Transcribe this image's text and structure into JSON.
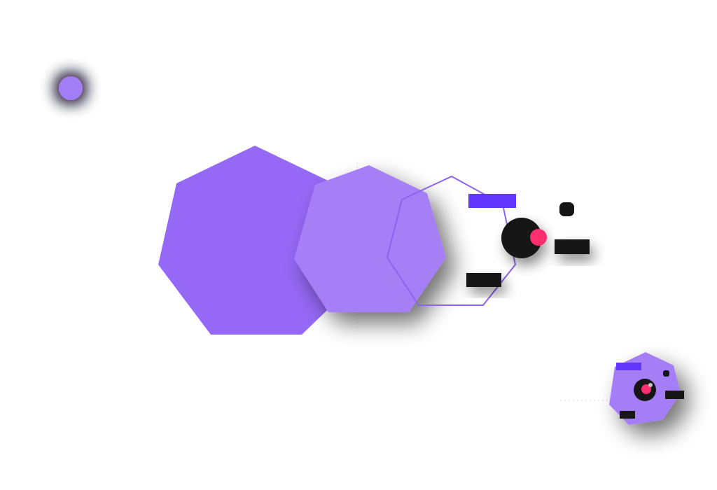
{
  "scene": {
    "background": "#ffffff",
    "colors": {
      "heptagon_large": "#9569f6",
      "heptagon_medium": "#a67ff7",
      "heptagon_outline": "#8c63ef",
      "dot_purple": "#a17ef6",
      "bar_accent": "#6236ff",
      "dark": "#161616",
      "hot_pink": "#fe2f6e",
      "mini_badge_fill": "#a47df7"
    },
    "shapes": [
      "glowing-purple-dot",
      "large-purple-heptagon",
      "medium-purple-heptagon",
      "outline-heptagon",
      "accent-bar",
      "dark-circle",
      "pink-dot",
      "dark-square-dot",
      "dark-bar-right",
      "dark-bar-bottom",
      "mini-badge-heptagon"
    ]
  }
}
